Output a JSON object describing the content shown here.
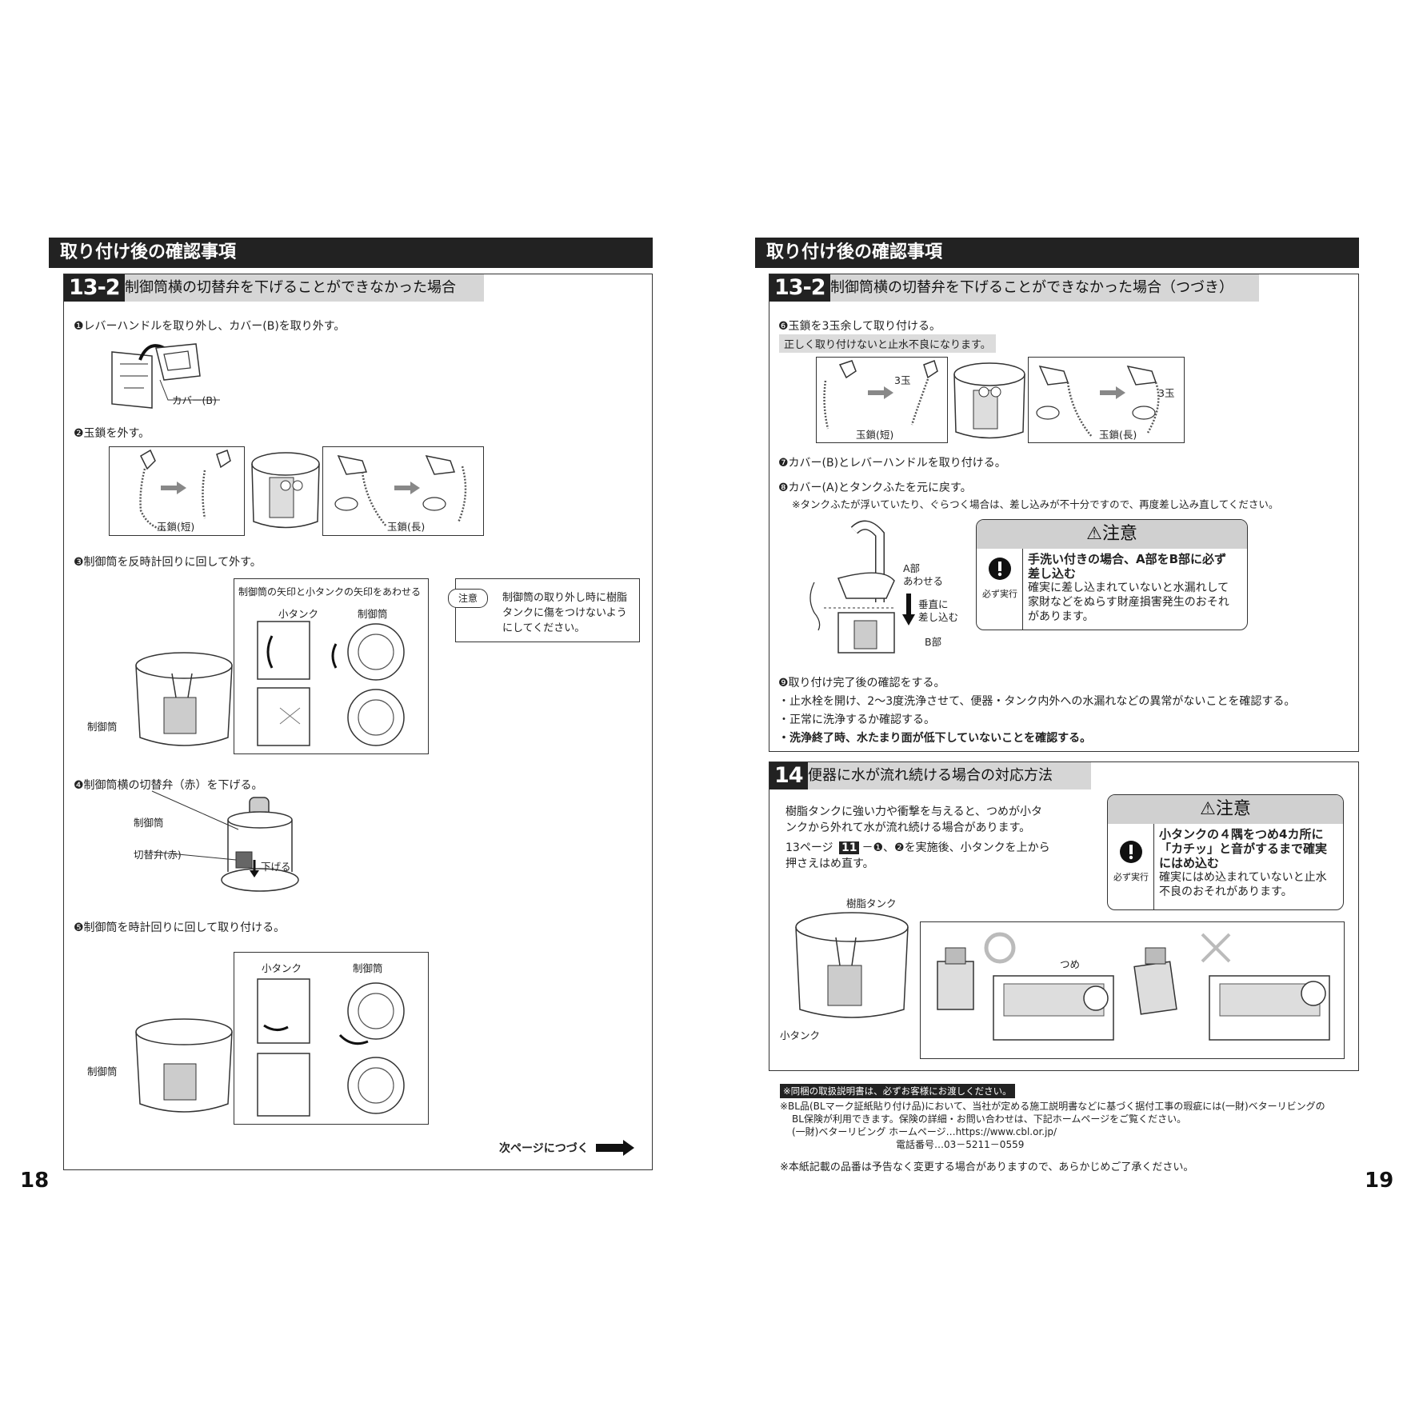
{
  "left_page": {
    "header": "取り付け後の確認事項",
    "section_num": "13-2",
    "section_title": "制御筒横の切替弁を下げることができなかった場合",
    "step1": "❶レバーハンドルを取り外し、カバー(B)を取り外す。",
    "step1_label_cover": "カバー(B)",
    "step2": "❷玉鎖を外す。",
    "step2_label_short": "玉鎖(短)",
    "step2_label_long": "玉鎖(長)",
    "step3": "❸制御筒を反時計回りに回して外す。",
    "step3_diagram_caption": "制御筒の矢印と小タンクの矢印をあわせる",
    "step3_label_small_tank": "小タンク",
    "step3_label_control": "制御筒",
    "step3_label_control_left": "制御筒",
    "caution_icon_left": "注",
    "caution_icon_right": "意",
    "caution_line1": "制御筒の取り外し時に樹脂",
    "caution_line2": "タンクに傷をつけないよう",
    "caution_line3": "にしてください。",
    "step4": "❹制御筒横の切替弁（赤）を下げる。",
    "step4_label_control": "制御筒",
    "step4_label_valve": "切替弁(赤)",
    "step4_label_down": "下げる",
    "step5": "❺制御筒を時計回りに回して取り付ける。",
    "step5_label_small_tank": "小タンク",
    "step5_label_control": "制御筒",
    "step5_label_control_left": "制御筒",
    "continue": "次ページにつづく",
    "page_number": "18"
  },
  "right_page": {
    "header": "取り付け後の確認事項",
    "section_num": "13-2",
    "section_title": "制御筒横の切替弁を下げることができなかった場合（つづき）",
    "step6": "❻玉鎖を3玉余して取り付ける。",
    "step6_note": "正しく取り付けないと止水不良になります。",
    "step6_label_3a": "3玉",
    "step6_label_3b": "3玉",
    "step6_label_short": "玉鎖(短)",
    "step6_label_long": "玉鎖(長)",
    "step7": "❼カバー(B)とレバーハンドルを取り付ける。",
    "step8": "❽カバー(A)とタンクふたを元に戻す。",
    "step8_note": "※タンクふたが浮いていたり、ぐらつく場合は、差し込みが不十分ですので、再度差し込み直してください。",
    "step8_label_a": "A部",
    "step8_label_align": "あわせる",
    "step8_label_vertical": "垂直に",
    "step8_label_insert": "差し込む",
    "step8_label_b": "B部",
    "warn1_head": "⚠注意",
    "warn1_mark": "必ず実行",
    "warn1_bold1": "手洗い付きの場合、A部をB部に必ず",
    "warn1_bold2": "差し込む",
    "warn1_line1": "確実に差し込まれていないと水漏れして",
    "warn1_line2": "家財などをぬらす財産損害発生のおそれ",
    "warn1_line3": "があります。",
    "step9": "❾取り付け完了後の確認をする。",
    "check1": "・止水栓を開け、2～3度洗浄させて、便器・タンク内外への水漏れなどの異常がないことを確認する。",
    "check2": "・正常に洗浄するか確認する。",
    "check3": "・洗浄終了時、水たまり面が低下していないことを確認する。",
    "section14_num": "14",
    "section14_title": "便器に水が流れ続ける場合の対応方法",
    "s14_line1": "樹脂タンクに強い力や衝撃を与えると、つめが小タ",
    "s14_line2": "ンクから外れて水が流れ続ける場合があります。",
    "s14_line3_a": "13ページ",
    "s14_line3_num": "11",
    "s14_line3_b": "－❶、❷を実施後、小タンクを上から",
    "s14_line4": "押さえはめ直す。",
    "warn2_head": "⚠注意",
    "warn2_mark": "必ず実行",
    "warn2_bold1": "小タンクの４隅をつめ4カ所に",
    "warn2_bold2": "「カチッ」と音がするまで確実",
    "warn2_bold3": "にはめ込む",
    "warn2_line1": "確実にはめ込まれていないと止水",
    "warn2_line2": "不良のおそれがあります。",
    "s14_label_resin": "樹脂タンク",
    "s14_label_small": "小タンク",
    "s14_label_claw": "つめ",
    "footer_dark": "※同梱の取扱説明書は、必ずお客様にお渡しください。",
    "footer1": "※BL品(BLマーク証紙貼り付け品)において、当社が定める施工説明書などに基づく据付工事の瑕疵には(一財)ベターリビングの",
    "footer2": "BL保険が利用できます。保険の詳細・お問い合わせは、下記ホームページをご覧ください。",
    "footer3": "(一財)ベターリビング ホームページ…https://www.cbl.or.jp/",
    "footer4": "電話番号…03－5211－0559",
    "footer5": "※本紙記載の品番は予告なく変更する場合がありますので、あらかじめご了承ください。",
    "page_number": "19"
  }
}
